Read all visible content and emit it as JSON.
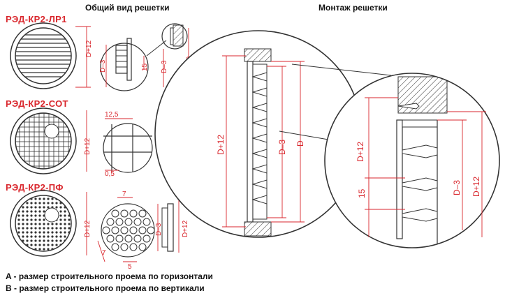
{
  "headings": {
    "general_view": "Общий вид решетки",
    "mounting": "Монтаж решетки"
  },
  "models": [
    {
      "code": "РЭД-КР2-ЛР1"
    },
    {
      "code": "РЭД-КР2-СОТ"
    },
    {
      "code": "РЭД-КР2-ПФ"
    }
  ],
  "dimensions": {
    "d_plus_12": "D+12",
    "d_minus_3": "D–3",
    "d": "D",
    "pitch_15": "15",
    "cell_12_5": "12,5",
    "wall_0_5": "0,5",
    "hole_7": "7",
    "hole_5": "5",
    "hole_7_diag": "7"
  },
  "legend": {
    "a": "A - размер строительного проема по горизонтали",
    "b": "B - размер строительного проема по вертикали"
  },
  "colors": {
    "line": "#2a2a2a",
    "dimension": "#d9262c",
    "accent_text": "#d9262c"
  }
}
